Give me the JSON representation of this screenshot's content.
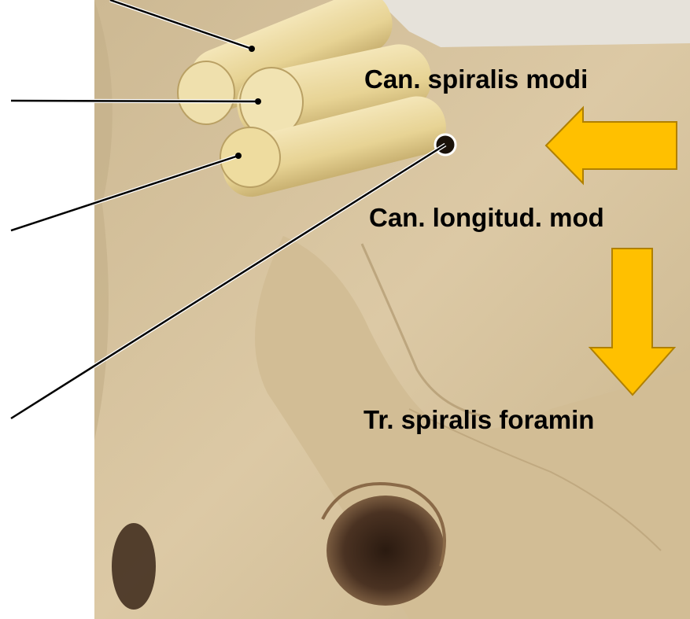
{
  "labels": {
    "spiral_canal": "Can. spiralis modi",
    "longitudinal_canal": "Can. longitud. mod",
    "spiral_tract": "Tr. spiralis foramin"
  },
  "colors": {
    "arrow_fill": "#ffc000",
    "arrow_stroke": "#b08000",
    "bone": "#d9c7a2",
    "nerve": "#eedc9f"
  }
}
